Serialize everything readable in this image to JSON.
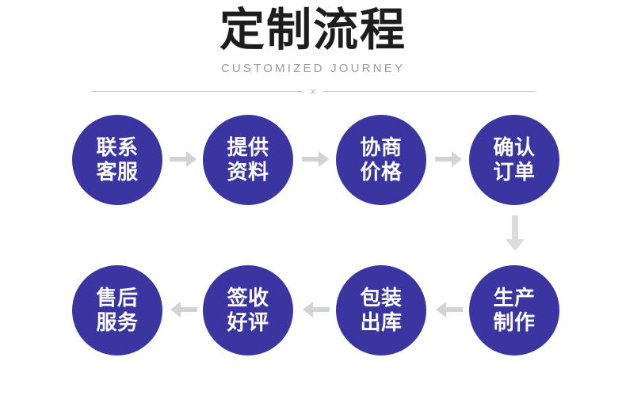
{
  "header": {
    "title": "定制流程",
    "subtitle": "CUSTOMIZED JOURNEY",
    "divider_mark": "×"
  },
  "colors": {
    "node_fill": "#3a35a0",
    "node_text": "#ffffff",
    "title_text": "#1d1d1d",
    "subtitle_text": "#9b9b9b",
    "arrow_horizontal": "#d3d3d3",
    "arrow_vertical": "#dcdcdc",
    "divider_rule": "#c9c9c9",
    "background": "#ffffff"
  },
  "flow": {
    "type": "process-flow",
    "layout": "serpentine-two-rows",
    "steps": [
      {
        "index": 1,
        "label": "联系\n客服",
        "line1": "联系",
        "line2": "客服",
        "row": 1
      },
      {
        "index": 2,
        "label": "提供\n资料",
        "line1": "提供",
        "line2": "资料",
        "row": 1
      },
      {
        "index": 3,
        "label": "协商\n价格",
        "line1": "协商",
        "line2": "价格",
        "row": 1
      },
      {
        "index": 4,
        "label": "确认\n订单",
        "line1": "确认",
        "line2": "订单",
        "row": 1
      },
      {
        "index": 5,
        "label": "生产\n制作",
        "line1": "生产",
        "line2": "制作",
        "row": 2
      },
      {
        "index": 6,
        "label": "包装\n出库",
        "line1": "包装",
        "line2": "出库",
        "row": 2
      },
      {
        "index": 7,
        "label": "签收\n好评",
        "line1": "签收",
        "line2": "好评",
        "row": 2
      },
      {
        "index": 8,
        "label": "售后\n服务",
        "line1": "售后",
        "line2": "服务",
        "row": 2
      }
    ],
    "connectors": [
      {
        "from": 1,
        "to": 2,
        "direction": "right"
      },
      {
        "from": 2,
        "to": 3,
        "direction": "right"
      },
      {
        "from": 3,
        "to": 4,
        "direction": "right"
      },
      {
        "from": 4,
        "to": 5,
        "direction": "down"
      },
      {
        "from": 5,
        "to": 6,
        "direction": "left"
      },
      {
        "from": 6,
        "to": 7,
        "direction": "left"
      },
      {
        "from": 7,
        "to": 8,
        "direction": "left"
      }
    ]
  }
}
